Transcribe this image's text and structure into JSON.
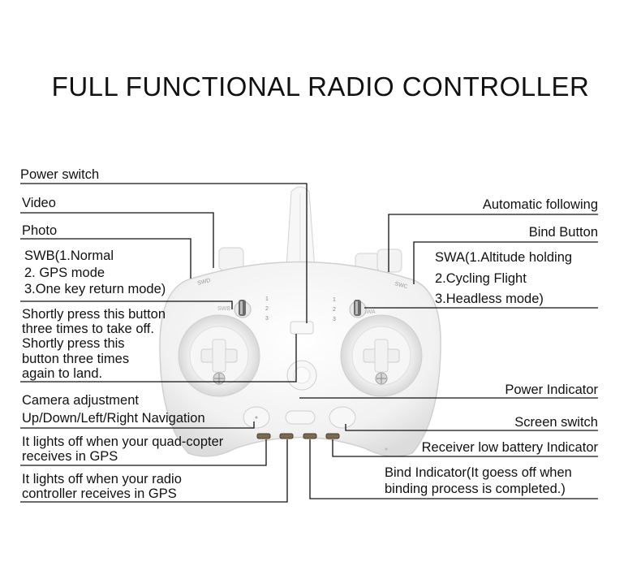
{
  "title": "FULL FUNCTIONAL RADIO CONTROLLER",
  "labels": {
    "power_switch": "Power switch",
    "video": "Video",
    "photo": "Photo",
    "swb_1": "SWB(1.Normal",
    "swb_2": "2. GPS mode",
    "swb_3": "3.One key return mode)",
    "takeoff_1": "Shortly press this button",
    "takeoff_2": "three times to take off.",
    "takeoff_3": "Shortly press this",
    "takeoff_4": "button three times",
    "takeoff_5": "again to land.",
    "camera_1": "Camera adjustment",
    "camera_2": "Up/Down/Left/Right Navigation",
    "quad_gps_1": "It lights off when your quad-copter",
    "quad_gps_2": "receives in GPS",
    "radio_gps_1": "It lights off when your radio",
    "radio_gps_2": "controller receives in GPS",
    "auto_follow": "Automatic following",
    "bind_button": "Bind Button",
    "swa_1": "SWA(1.Altitude holding",
    "swa_2": "2.Cycling Flight",
    "swa_3": "3.Headless mode)",
    "power_indicator": "Power Indicator",
    "screen_switch": "Screen switch",
    "receiver_battery": "Receiver low battery Indicator",
    "bind_indicator_1": "Bind Indicator(It goess off when",
    "bind_indicator_2": "binding process is completed.)"
  },
  "device_marks": {
    "swd": "SWD",
    "swc": "SWC",
    "swb": "SWB",
    "swa": "SWA",
    "pos_1": "1",
    "pos_2": "2",
    "pos_3": "3"
  }
}
